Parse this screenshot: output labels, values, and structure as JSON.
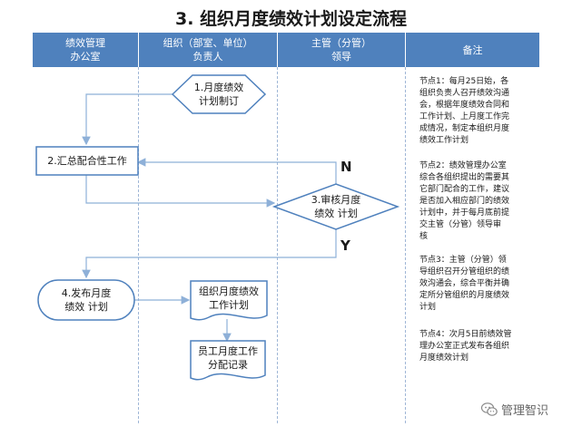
{
  "title": "3. 组织月度绩效计划设定流程",
  "header": {
    "columns": [
      {
        "line1": "绩效管理",
        "line2": "办公室"
      },
      {
        "line1": "组织（部室、单位）",
        "line2": "负责人"
      },
      {
        "line1": "主管（分管）",
        "line2": "领导"
      },
      {
        "line1": "备注",
        "line2": ""
      }
    ]
  },
  "nodes": {
    "n1": {
      "line1": "1.月度绩效",
      "line2": "计划制订"
    },
    "n2": {
      "line1": "2.汇总配合性工作",
      "line2": ""
    },
    "n3": {
      "line1": "3.审核月度",
      "line2": "绩效 计划"
    },
    "n4": {
      "line1": "4.发布月度",
      "line2": "绩效 计划"
    },
    "doc1": {
      "line1": "组织月度绩效",
      "line2": "工作计划"
    },
    "doc2": {
      "line1": "员工月度工作",
      "line2": "分配记录"
    }
  },
  "branch": {
    "no": "N",
    "yes": "Y"
  },
  "notes": [
    {
      "lines": [
        "节点1：每月25日始，各",
        "组织负责人召开绩效沟通",
        "会，根据年度绩效合同和",
        "工作计划、上月度工作完",
        "成情况，制定本组织月度",
        "绩效工作计划"
      ]
    },
    {
      "lines": [
        "节点2：绩效管理办公室",
        "综合各组织提出的需要其",
        "它部门配合的工作，建议",
        "是否加入相应部门的绩效",
        "计划中，并于每月底前提",
        "交主管（分管）领导审",
        "核"
      ]
    },
    {
      "lines": [
        "节点3：主管（分管）领",
        "导组织召开分管组织的绩",
        "效沟通会，综合平衡并确",
        "定所分管组织的月度绩效",
        "计划"
      ]
    },
    {
      "lines": [
        "节点4：次月5日前绩效管",
        "理办公室正式发布各组织",
        "月度绩效计划"
      ]
    }
  ],
  "watermark": {
    "icon": "wechat-icon",
    "text": "管理智识"
  },
  "colors": {
    "header": "#4f81bd",
    "node_fill": "#ffffff",
    "node_stroke": "#4f81bd",
    "connector": "#8eb0d8"
  }
}
